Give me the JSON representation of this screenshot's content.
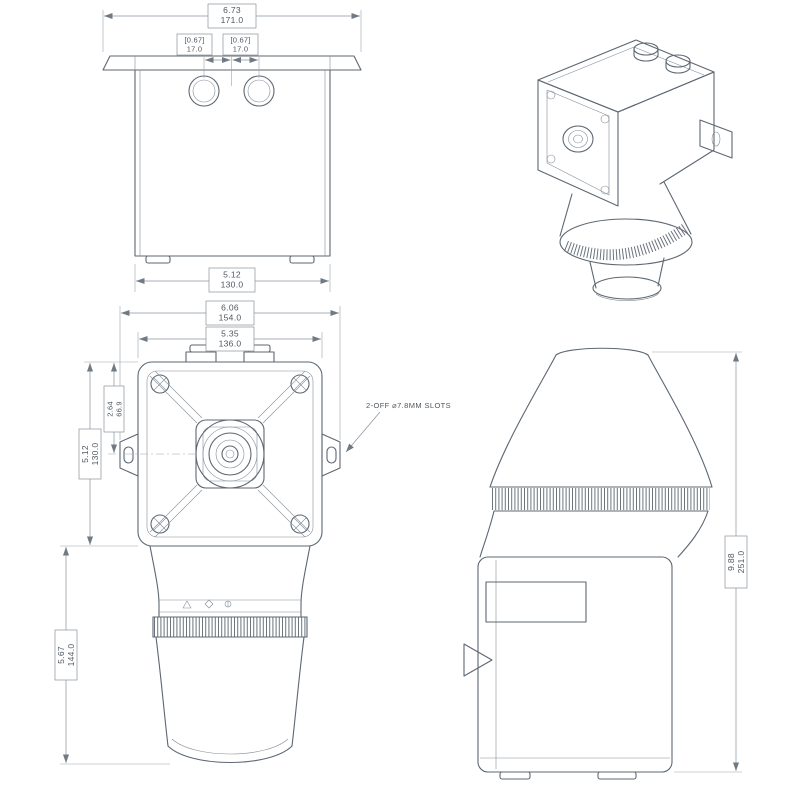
{
  "drawing": {
    "top_view": {
      "overall_width": {
        "in": "6.73",
        "mm": "171.0"
      },
      "gland_left": {
        "in": "[0.67]",
        "mm": "17.0"
      },
      "gland_right": {
        "in": "[0.67]",
        "mm": "17.0"
      },
      "body_width": {
        "in": "5.12",
        "mm": "130.0"
      }
    },
    "front_view": {
      "overall_width": {
        "in": "6.06",
        "mm": "154.0"
      },
      "body_width": {
        "in": "5.35",
        "mm": "136.0"
      },
      "center_offset": {
        "in": "2.64",
        "mm": "66.9"
      },
      "body_height": {
        "in": "5.12",
        "mm": "130.0"
      },
      "horn_height": {
        "in": "5.67",
        "mm": "144.0"
      },
      "slot_note": "2-OFF ⌀7.8MM SLOTS"
    },
    "side_view": {
      "overall_height": {
        "in": "9.88",
        "mm": "251.0"
      }
    }
  }
}
